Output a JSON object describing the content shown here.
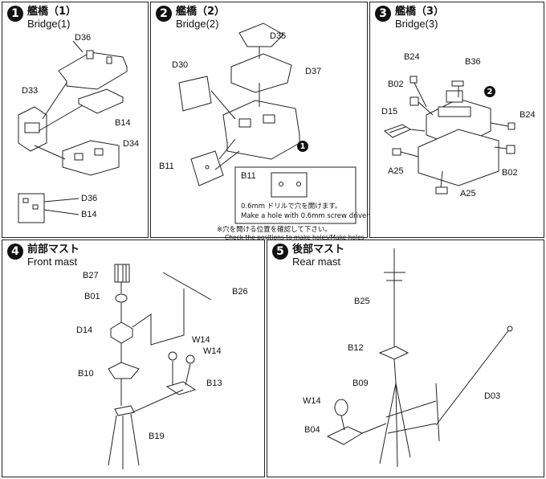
{
  "steps": [
    {
      "num": "1",
      "jp": "艦橋（1）",
      "en": "Bridge(1)"
    },
    {
      "num": "2",
      "jp": "艦橋（2）",
      "en": "Bridge(2)"
    },
    {
      "num": "3",
      "jp": "艦橋（3）",
      "en": "Bridge(3)"
    },
    {
      "num": "4",
      "jp": "前部マスト",
      "en": "Front mast"
    },
    {
      "num": "5",
      "jp": "後部マスト",
      "en": "Rear mast"
    }
  ],
  "step1": {
    "labels": [
      "D36",
      "D33",
      "B14",
      "D34",
      "D36",
      "B14"
    ]
  },
  "step2": {
    "labels": [
      "D35",
      "D37",
      "D30",
      "B11"
    ],
    "ref": "1",
    "inset": {
      "part": "B11",
      "note_jp": "0.6mm ドリルで穴を開けます。",
      "note_en": "Make a hole with 0.6mm screw driver"
    },
    "footnote_jp": "※穴を開ける位置を確認して下さい。",
    "footnote_en": "Check the positions to make holes/Make holes"
  },
  "step3": {
    "labels": [
      "B24",
      "B36",
      "B02",
      "D15",
      "B24",
      "A25",
      "B02",
      "A25"
    ],
    "ref": "2"
  },
  "step4": {
    "labels": [
      "B27",
      "B26",
      "B01",
      "D14",
      "W14",
      "W14",
      "B10",
      "B13",
      "B19"
    ]
  },
  "step5": {
    "labels": [
      "B25",
      "B12",
      "B09",
      "W14",
      "B04",
      "D03"
    ]
  }
}
